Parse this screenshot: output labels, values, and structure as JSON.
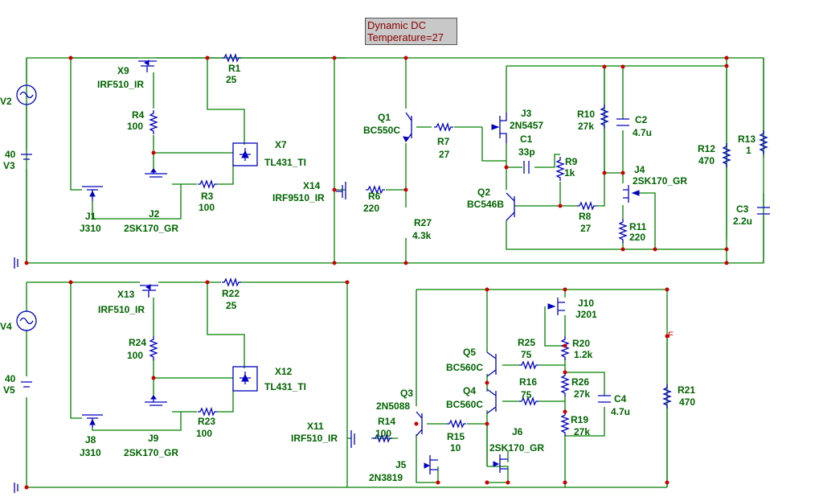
{
  "analysis": {
    "mode": "Dynamic DC",
    "temperature": "Temperature=27"
  },
  "top": {
    "V2": "V2",
    "V3": "V3",
    "V3_value": "40",
    "X9": "X9",
    "X9_model": "IRF510_IR",
    "R4": "R4",
    "R4_value": "100",
    "R1": "R1",
    "R1_value": "25",
    "X7": "X7",
    "X7_model": "TL431_TI",
    "R3": "R3",
    "R3_value": "100",
    "J1": "J1",
    "J1_model": "J310",
    "J2": "J2",
    "J2_model": "2SK170_GR",
    "X14": "X14",
    "X14_model": "IRF9510_IR",
    "R6": "R6",
    "R6_value": "220",
    "Q1": "Q1",
    "Q1_model": "BC550C",
    "R7": "R7",
    "R7_value": "27",
    "R27": "R27",
    "R27_value": "4.3k",
    "J3": "J3",
    "J3_model": "2N5457",
    "C1": "C1",
    "C1_value": "33p",
    "R9": "R9",
    "R9_value": "1k",
    "Q2": "Q2",
    "Q2_model": "BC546B",
    "R8": "R8",
    "R8_value": "27",
    "R10": "R10",
    "R10_value": "27k",
    "C2": "C2",
    "C2_value": "4.7u",
    "J4": "J4",
    "J4_model": "2SK170_GR",
    "R11": "R11",
    "R11_value": "220",
    "R12": "R12",
    "R12_value": "470",
    "R13": "R13",
    "R13_value": "1",
    "C3": "C3",
    "C3_value": "2.2u"
  },
  "bottom": {
    "V4": "V4",
    "V5": "V5",
    "V5_value": "40",
    "X13": "X13",
    "X13_model": "IRF510_IR",
    "R24": "R24",
    "R24_value": "100",
    "R22": "R22",
    "R22_value": "25",
    "X12": "X12",
    "X12_model": "TL431_TI",
    "R23": "R23",
    "R23_value": "100",
    "J8": "J8",
    "J8_model": "J310",
    "J9": "J9",
    "J9_model": "2SK170_GR",
    "X11": "X11",
    "X11_model": "IRF510_IR",
    "Q3": "Q3",
    "Q3_model": "2N5088",
    "R14": "R14",
    "R14_value": "100",
    "R15": "R15",
    "R15_value": "10",
    "J5": "J5",
    "J5_model": "2N3819",
    "Q5": "Q5",
    "Q5_model": "BC560C",
    "Q4": "Q4",
    "Q4_model": "BC560C",
    "R25": "R25",
    "R25_value": "75",
    "R16": "R16",
    "R16_value": "75",
    "J10": "J10",
    "J10_model": "J201",
    "R20": "R20",
    "R20_value": "1.2k",
    "R26": "R26",
    "R26_value": "27k",
    "R19": "R19",
    "R19_value": "27k",
    "C4": "C4",
    "C4_value": "4.7u",
    "J6": "J6",
    "J6_model": "2SK170_GR",
    "R21": "R21",
    "R21_value": "470",
    "F": "F"
  },
  "colors": {
    "wire": "#008000",
    "component": "#0000c0",
    "node": "#cc0000",
    "label": "#006400"
  }
}
